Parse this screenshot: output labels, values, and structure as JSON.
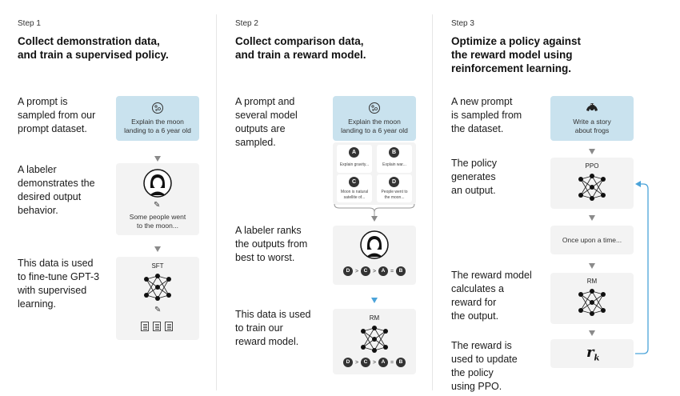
{
  "steps": [
    {
      "label": "Step 1",
      "title_line1": "Collect demonstration data,",
      "title_line2": "and train a supervised policy.",
      "descs": [
        [
          "A prompt is",
          "sampled from our",
          "prompt dataset."
        ],
        [
          "A labeler",
          "demonstrates the",
          "desired output",
          "behavior."
        ],
        [
          "This data is used",
          "to fine-tune GPT-3",
          "with supervised",
          "learning."
        ]
      ],
      "prompt_card": [
        "Explain the moon",
        "landing to a 6 year old"
      ],
      "labeler_text": [
        "Some people went",
        "to the moon..."
      ],
      "model_label": "SFT"
    },
    {
      "label": "Step 2",
      "title_line1": "Collect comparison data,",
      "title_line2": "and train a reward model.",
      "descs": [
        [
          "A prompt and",
          "several model",
          "outputs are",
          "sampled."
        ],
        [
          "A labeler ranks",
          "the outputs from",
          "best to worst."
        ],
        [
          "This data is used",
          "to train our",
          "reward model."
        ]
      ],
      "prompt_card": [
        "Explain the moon",
        "landing to a 6 year old"
      ],
      "outputs": [
        {
          "letter": "A",
          "text": [
            "Explain gravity..."
          ]
        },
        {
          "letter": "B",
          "text": [
            "Explain war..."
          ]
        },
        {
          "letter": "C",
          "text": [
            "Moon is natural",
            "satellite of..."
          ]
        },
        {
          "letter": "D",
          "text": [
            "People went to",
            "the moon..."
          ]
        }
      ],
      "ranking": [
        "D",
        ">",
        "C",
        ">",
        "A",
        "=",
        "B"
      ],
      "model_label": "RM"
    },
    {
      "label": "Step 3",
      "title_line1": "Optimize a policy against",
      "title_line2": "the reward model using",
      "title_line3": "reinforcement learning.",
      "descs": [
        [
          "A new prompt",
          "is sampled from",
          "the dataset."
        ],
        [
          "The policy",
          "generates",
          "an output."
        ],
        [
          "The reward model",
          "calculates a",
          "reward for",
          "the output."
        ],
        [
          "The reward is",
          "used to update",
          "the policy",
          "using PPO."
        ]
      ],
      "prompt_card": [
        "Write a story",
        "about frogs"
      ],
      "policy_label": "PPO",
      "output_text": "Once upon a time...",
      "rm_label": "RM",
      "reward_symbol": "r",
      "reward_subscript": "k"
    }
  ],
  "colors": {
    "prompt_card": "#c9e2ee",
    "card": "#f3f3f3",
    "arrow_gray": "#8a8a8a",
    "arrow_blue": "#4ba3d9",
    "text": "#1a1a1a"
  }
}
